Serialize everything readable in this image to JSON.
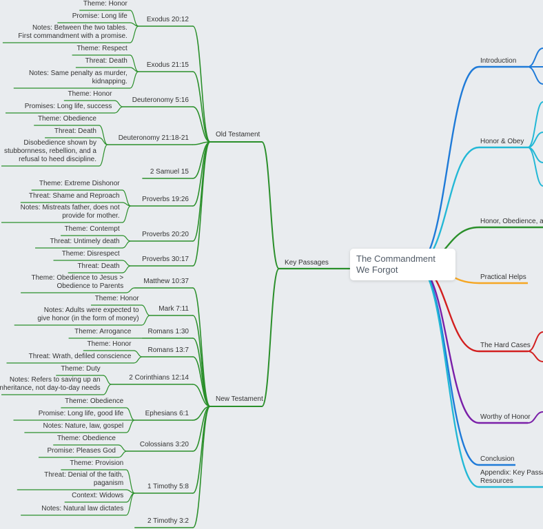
{
  "root": {
    "title": "The Commandment We Forgot"
  },
  "colors": {
    "green": "#2a8f2a",
    "blue": "#1e7ad8",
    "cyan": "#23b8d6",
    "orange": "#f5a623",
    "red": "#d21f1f",
    "purple": "#7a1fa8",
    "background": "#e9ecef"
  },
  "right_branches": [
    {
      "label": "Introduction",
      "color": "blue"
    },
    {
      "label": "Honor & Obey",
      "color": "cyan"
    },
    {
      "label": "Honor, Obedience, an",
      "color": "green"
    },
    {
      "label": "Practical Helps",
      "color": "orange"
    },
    {
      "label": "The Hard Cases",
      "color": "red"
    },
    {
      "label": "Worthy of Honor",
      "color": "purple"
    },
    {
      "label": "Conclusion",
      "color": "blue"
    },
    {
      "label": "Appendix: Key Passa\nResources",
      "color": "cyan"
    }
  ],
  "key_passages": {
    "label": "Key Passages",
    "old_testament": {
      "label": "Old Testament",
      "passages": [
        {
          "ref": "Exodus 20:12",
          "notes": [
            "Theme: Honor",
            "Promise: Long life",
            "Notes: Between the two tables.\nFirst commandment with a promise."
          ]
        },
        {
          "ref": "Exodus 21:15",
          "notes": [
            "Theme: Respect",
            "Threat: Death",
            "Notes: Same penalty as murder,\nkidnapping."
          ]
        },
        {
          "ref": "Deuteronomy 5:16",
          "notes": [
            "Theme: Honor",
            "Promises: Long life, success"
          ]
        },
        {
          "ref": "Deuteronomy 21:18-21",
          "notes": [
            "Theme: Obedience",
            "Threat: Death",
            "Disobedience shown by\nstubbornness, rebellion, and a\nrefusal to heed discipline."
          ]
        },
        {
          "ref": "2 Samuel 15",
          "notes": []
        },
        {
          "ref": "Proverbs 19:26",
          "notes": [
            "Theme: Extreme Dishonor",
            "Threat: Shame and Reproach",
            "Notes: Mistreats father, does not\nprovide for mother."
          ]
        },
        {
          "ref": "Proverbs 20:20",
          "notes": [
            "Theme: Contempt",
            "Threat: Untimely death"
          ]
        },
        {
          "ref": "Proverbs 30:17",
          "notes": [
            "Theme: Disrespect",
            "Threat: Death"
          ]
        }
      ]
    },
    "new_testament": {
      "label": "New Testament",
      "passages": [
        {
          "ref": "Matthew 10:37",
          "notes": [
            "Theme: Obedience to Jesus >\nObedience to Parents"
          ]
        },
        {
          "ref": "Mark 7:11",
          "notes": [
            "Theme: Honor",
            "Notes: Adults were expected to\ngive honor (in the form of money)"
          ]
        },
        {
          "ref": "Romans 1:30",
          "notes": [
            "Theme: Arrogance"
          ]
        },
        {
          "ref": "Romans 13:7",
          "notes": [
            "Theme: Honor",
            "Threat: Wrath, defiled conscience"
          ]
        },
        {
          "ref": "2 Corinthians 12:14",
          "notes": [
            "Theme: Duty",
            "Notes: Refers to saving up an\ninheritance, not day-to-day needs"
          ]
        },
        {
          "ref": "Ephesians 6:1",
          "notes": [
            "Theme: Obedience",
            "Promise: Long life, good life",
            "Notes: Nature, law, gospel"
          ]
        },
        {
          "ref": "Colossians 3:20",
          "notes": [
            "Theme: Obedience",
            "Promise: Pleases God"
          ]
        },
        {
          "ref": "1 Timothy 5:8",
          "notes": [
            "Theme: Provision",
            "Threat: Denial of the faith,\npaganism",
            "Context: Widows",
            "Notes: Natural law dictates"
          ]
        },
        {
          "ref": "2 Timothy 3:2",
          "notes": []
        }
      ]
    }
  }
}
